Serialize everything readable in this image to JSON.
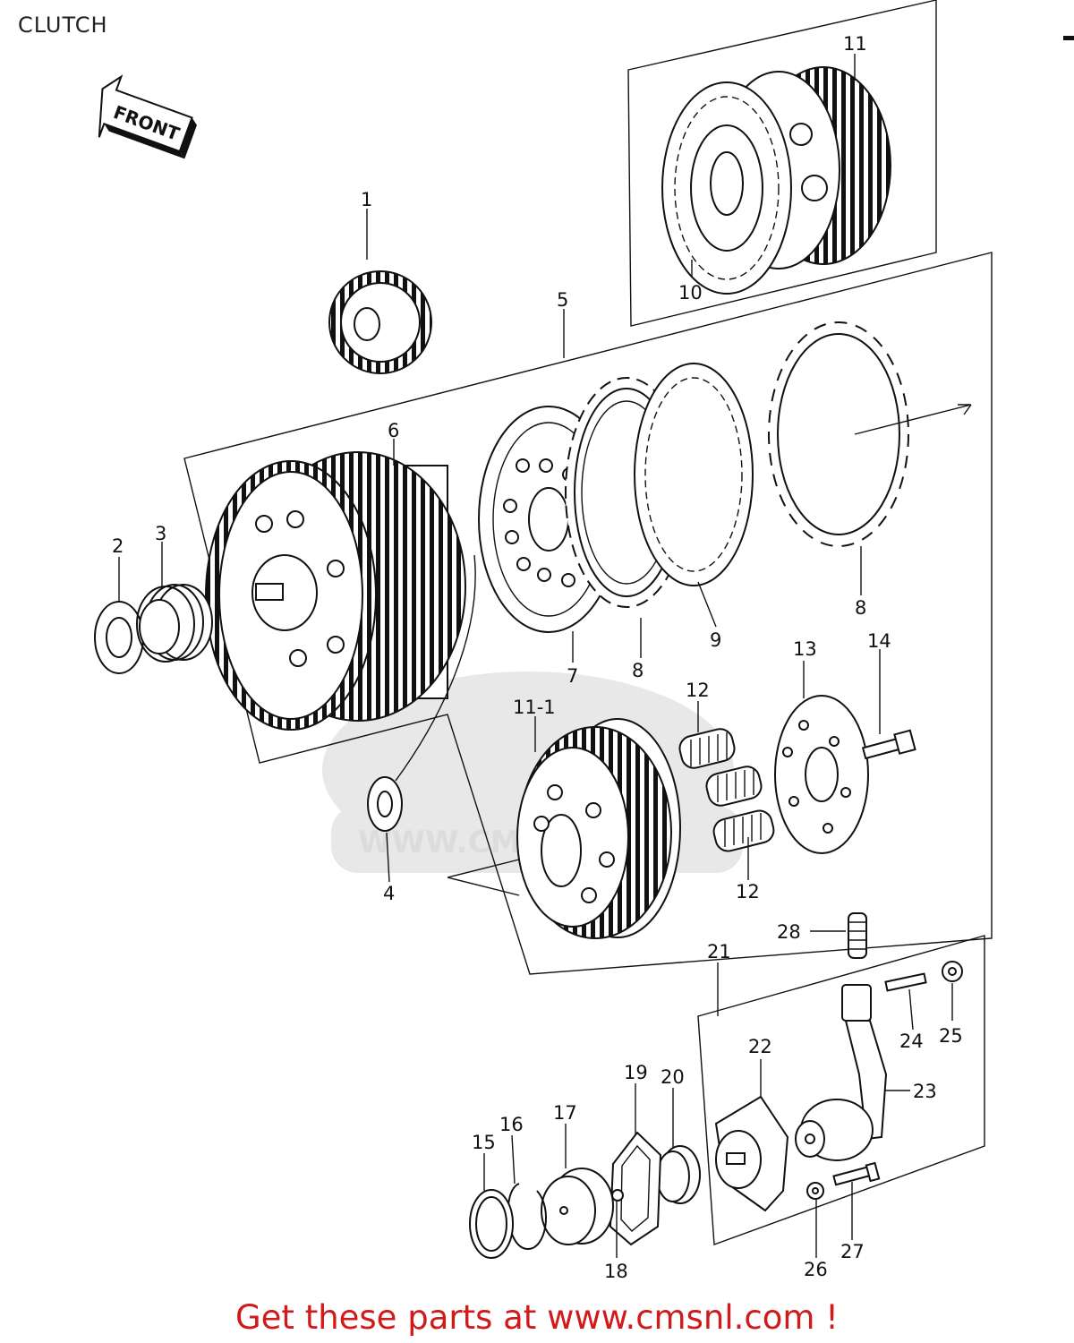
{
  "title": "CLUTCH",
  "front_label": "FRONT",
  "watermark": "WWW.CMSNL.COM",
  "banner": "Get these parts at www.cmsnl.com !",
  "labels": {
    "l1": "1",
    "l2": "2",
    "l3": "3",
    "l4": "4",
    "l5": "5",
    "l6": "6",
    "l7": "7",
    "l8a": "8",
    "l8b": "8",
    "l9": "9",
    "l10": "10",
    "l11": "11",
    "l11_1": "11-1",
    "l12a": "12",
    "l12b": "12",
    "l13": "13",
    "l14": "14",
    "l15": "15",
    "l16": "16",
    "l17": "17",
    "l18": "18",
    "l19": "19",
    "l20": "20",
    "l21": "21",
    "l22": "22",
    "l23": "23",
    "l24": "24",
    "l25": "25",
    "l26": "26",
    "l27": "27",
    "l28": "28"
  }
}
